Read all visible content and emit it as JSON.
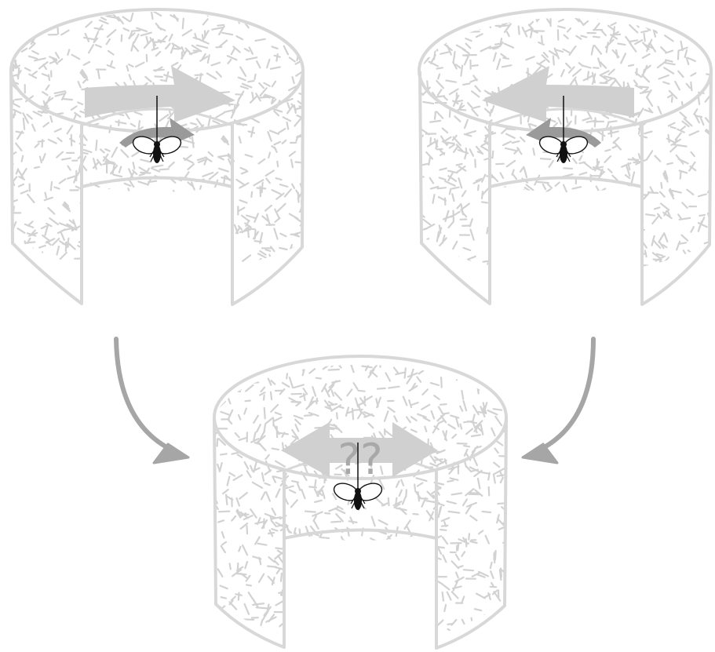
{
  "diagram": {
    "label_unknown": "??",
    "panels": [
      {
        "id": "left-panel",
        "stimulus_direction": "right",
        "fly_turn": "right"
      },
      {
        "id": "right-panel",
        "stimulus_direction": "left",
        "fly_turn": "left"
      },
      {
        "id": "combined-panel",
        "stimulus_direction": "both",
        "fly_turn": "unknown"
      }
    ],
    "colors": {
      "arena_outline": "#d8d8d8",
      "texture": "#d2d2d2",
      "stimulus_arrow": "#d0d0d0",
      "turn_arrow": "#9a9a9a",
      "flow_arrow": "#a6a6a6",
      "fly_body": "#111111"
    }
  }
}
